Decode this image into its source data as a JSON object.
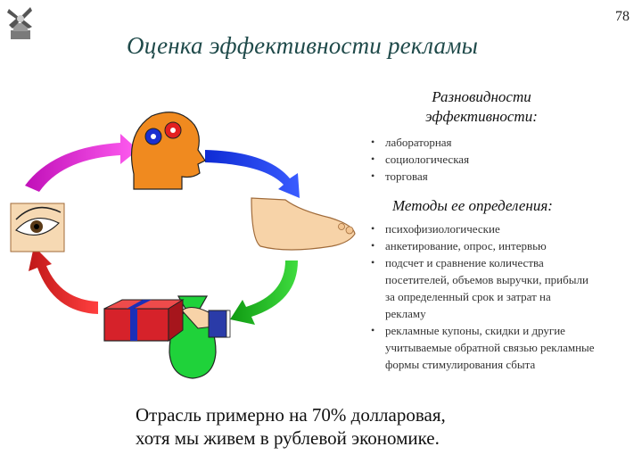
{
  "page_number": "78",
  "title": "Оценка эффективности рекламы",
  "types_heading": "Разновидности эффективности:",
  "types": [
    "лабораторная",
    "социологическая",
    "торговая"
  ],
  "methods_heading": "Методы ее определения:",
  "methods": [
    "психофизиологические",
    "анкетирование, опрос, интервью",
    "подсчет и сравнение количества посетителей, объемов выручки, прибыли за определенный срок и затрат на рекламу",
    "рекламные купоны, скидки и другие учитываемые обратной связью рекламные формы стимулирования сбыта"
  ],
  "bottom_line1": "Отрасль примерно на 70% долларовая,",
  "bottom_line2": "хотя мы живем в рублевой экономике.",
  "colors": {
    "title": "#1f4a4a",
    "arrow_magenta": "#e21ccf",
    "arrow_blue": "#1536e6",
    "arrow_green": "#18b21b",
    "arrow_red": "#e0252a",
    "head": "#f08a1f",
    "money_bag": "#1fd23a"
  },
  "icons": [
    "emblem-logo-icon",
    "head-gears-icon",
    "foot-icon",
    "money-bag-hand-icon",
    "gift-box-icon",
    "eye-icon"
  ]
}
